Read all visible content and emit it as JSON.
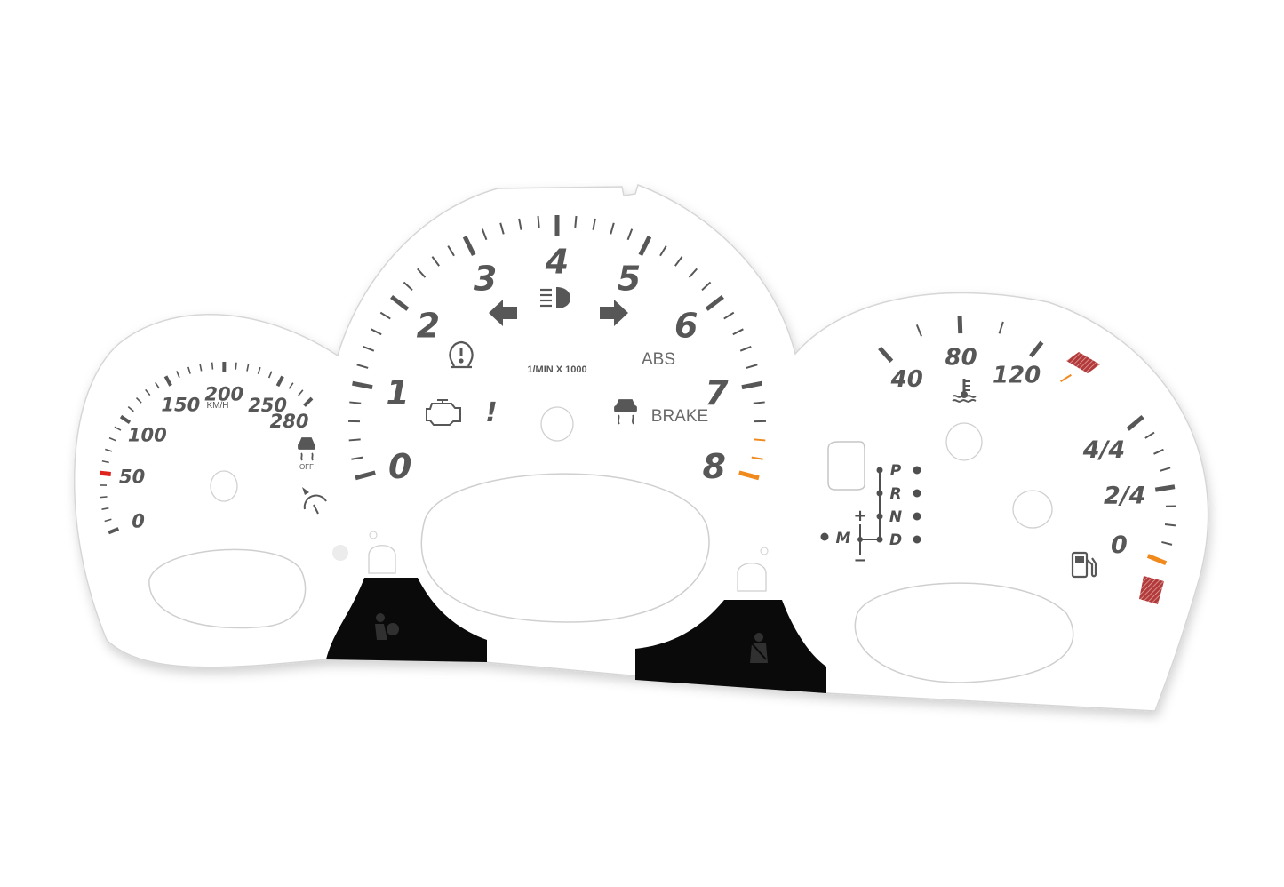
{
  "speedometer": {
    "unit": "KM/H",
    "labels": [
      {
        "text": "0",
        "value": 0
      },
      {
        "text": "50",
        "value": 50
      },
      {
        "text": "100",
        "value": 100
      },
      {
        "text": "150",
        "value": 150
      },
      {
        "text": "200",
        "value": 200
      },
      {
        "text": "250",
        "value": 250
      },
      {
        "text": "280",
        "value": 280
      }
    ],
    "red_mark_value": 50,
    "icons": [
      "traction-control-off-icon",
      "cruise-control-icon"
    ],
    "traction_off_label": "OFF"
  },
  "tachometer": {
    "unit": "1/MIN X 1000",
    "labels": [
      {
        "text": "0",
        "value": 0
      },
      {
        "text": "1",
        "value": 1
      },
      {
        "text": "2",
        "value": 2
      },
      {
        "text": "3",
        "value": 3
      },
      {
        "text": "4",
        "value": 4
      },
      {
        "text": "5",
        "value": 5
      },
      {
        "text": "6",
        "value": 6
      },
      {
        "text": "7",
        "value": 7
      },
      {
        "text": "8",
        "value": 8
      }
    ],
    "redline_start": 7.5,
    "abs_label": "ABS",
    "brake_label": "BRAKE",
    "warning_label": "!",
    "icons": [
      "turn-left-arrow-icon",
      "headlight-icon",
      "turn-right-arrow-icon",
      "tire-pressure-icon",
      "check-engine-icon",
      "stability-control-icon"
    ]
  },
  "temperature": {
    "labels": [
      {
        "text": "40",
        "value": 40
      },
      {
        "text": "80",
        "value": 80
      },
      {
        "text": "120",
        "value": 120
      }
    ],
    "icon": "coolant-temperature-icon"
  },
  "fuel": {
    "labels": [
      {
        "text": "0",
        "value": 0
      },
      {
        "text": "2/4",
        "value": 0.5
      },
      {
        "text": "4/4",
        "value": 1
      }
    ],
    "icon": "fuel-pump-icon"
  },
  "gear_selector": {
    "gears": [
      "P",
      "R",
      "N",
      "D"
    ],
    "manual_label": "M",
    "plus_label": "+",
    "minus_label": "−"
  },
  "bottom_icons": [
    "airbag-icon",
    "seatbelt-icon"
  ],
  "colors": {
    "face": "#ffffff",
    "outline": "#d8d8d8",
    "ink": "#575757",
    "red": "#e0231c",
    "orange": "#f08a1c",
    "tab": "#0a0a0a"
  }
}
